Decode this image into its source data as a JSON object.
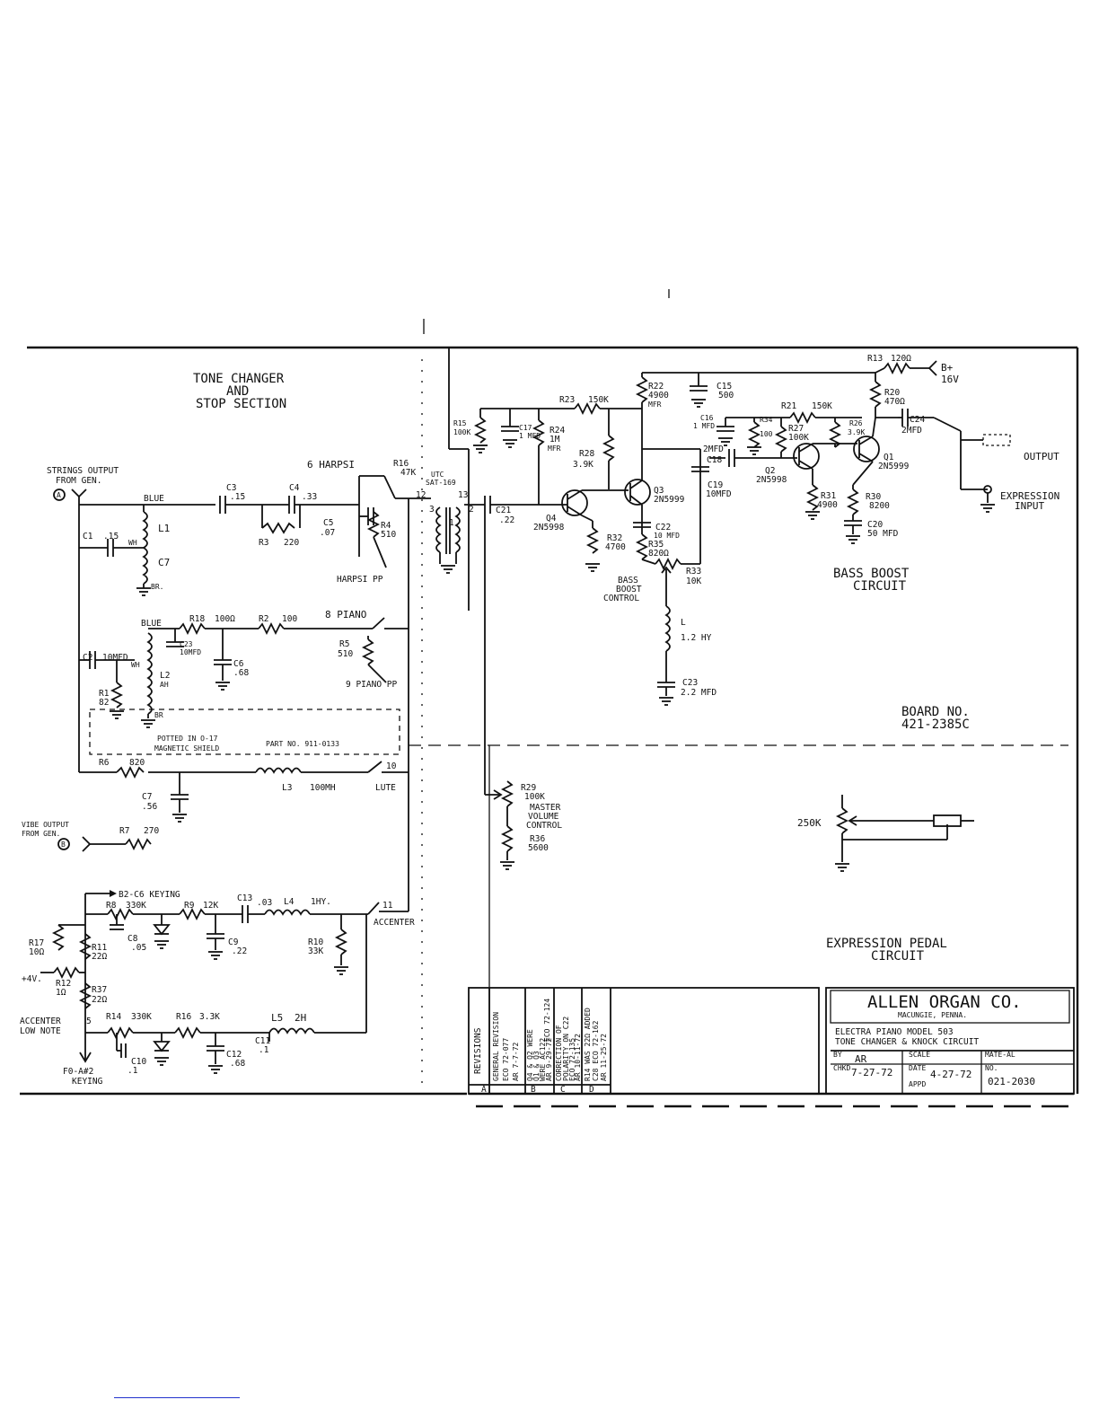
{
  "sections": {
    "tone_changer_title": [
      "TONE CHANGER",
      "AND",
      "STOP SECTION"
    ],
    "bass_boost_title": [
      "BASS BOOST",
      "CIRCUIT"
    ],
    "expression_title": [
      "EXPRESSION PEDAL",
      "CIRCUIT"
    ],
    "board_no": [
      "BOARD NO.",
      "421-2385C"
    ]
  },
  "inputs": {
    "strings_output": [
      "STRINGS OUTPUT",
      "FROM GEN."
    ],
    "strings_marker": "A",
    "vibe_output": [
      "VIBE OUTPUT",
      "FROM GEN."
    ],
    "vibe_marker": "B",
    "b2_c6_keying": "B2-C6 KEYING",
    "accenter_low_note": [
      "ACCENTER",
      "LOW NOTE"
    ],
    "fo_keying": [
      "F0-A#2",
      "KEYING"
    ],
    "supply": "+4V."
  },
  "wire_labels": {
    "blue_1": "BLUE",
    "blue_2": "BLUE",
    "wh_1": "WH",
    "wh_2": "WH",
    "br_1": "BR.",
    "br_2": "BR",
    "bplus": [
      "B+",
      "16V"
    ],
    "expression_input": [
      "EXPRESSION",
      "INPUT"
    ],
    "output": "OUTPUT",
    "potted": [
      "POTTED IN O-17",
      "MAGNETIC SHIELD"
    ],
    "part_no": "PART NO. 911-0133",
    "transformer": [
      "UTC",
      "SAT-169"
    ],
    "bass_boost_control": [
      "BASS",
      "BOOST",
      "CONTROL"
    ],
    "master_volume_control": [
      "MASTER",
      "VOLUME",
      "CONTROL"
    ]
  },
  "stops": {
    "harpsi_6": "6 HARPSI",
    "harpsi_pp": "HARPSI PP",
    "piano_8": "8 PIANO",
    "piano_pp_9": "9 PIANO PP",
    "lute_10": "LUTE",
    "accenter_11": "ACCENTER",
    "pin_10": "10",
    "pin_11": "11",
    "pin_12": "12",
    "pin_13": "13",
    "pin_5": "5",
    "tap_1": "1",
    "tap_2": "2",
    "tap_3": "3"
  },
  "components": {
    "c1": [
      "C1",
      ".15"
    ],
    "c2": [
      "C2",
      "10MFD"
    ],
    "c3": [
      "C3",
      ".15"
    ],
    "c4": [
      "C4",
      ".33"
    ],
    "c5": [
      "C5",
      ".07"
    ],
    "c6": [
      "C6",
      ".68"
    ],
    "c7": [
      "C7",
      ".56"
    ],
    "c8": [
      "C8",
      ".05"
    ],
    "c9": [
      "C9",
      ".22"
    ],
    "c10": [
      "C10",
      ".1"
    ],
    "c11": [
      "C11",
      ".1"
    ],
    "c12": [
      "C12",
      ".68"
    ],
    "c13": [
      "C13",
      ".03"
    ],
    "c15": [
      "C15",
      "500"
    ],
    "c16": [
      "C16",
      "1 MFD"
    ],
    "c17": [
      "C17",
      "1 MFD"
    ],
    "c18": [
      "2MFD",
      "C18"
    ],
    "c19": [
      "C19",
      "10MFD"
    ],
    "c20": [
      "C20",
      "50 MFD"
    ],
    "c21": [
      "C21",
      ".22"
    ],
    "c22": [
      "C22",
      "10 MFD"
    ],
    "c23a": [
      "C23",
      "10MFD"
    ],
    "c23b": [
      "C23",
      "2.2 MFD"
    ],
    "c24": [
      "C24",
      "2MFD"
    ],
    "r1": [
      "R1",
      "82"
    ],
    "r2": [
      "R2",
      "100"
    ],
    "r3": [
      "R3",
      "220"
    ],
    "r4": [
      "R4",
      "510"
    ],
    "r5": [
      "R5",
      "510"
    ],
    "r6": [
      "R6",
      "820"
    ],
    "r7": [
      "R7",
      "270"
    ],
    "r8": [
      "R8",
      "330K"
    ],
    "r9": [
      "R9",
      "12K"
    ],
    "r10": [
      "R10",
      "33K"
    ],
    "r11": [
      "R11",
      "22Ω"
    ],
    "r12": [
      "R12",
      "1Ω"
    ],
    "r13": [
      "R13",
      "120Ω"
    ],
    "r14": [
      "R14",
      "330K"
    ],
    "r15": [
      "R15",
      "100K"
    ],
    "r16": [
      "R16",
      "47K"
    ],
    "r17": [
      "R17",
      "10Ω"
    ],
    "r18": [
      "R18",
      "100Ω"
    ],
    "r20": [
      "R20",
      "470Ω"
    ],
    "r21": [
      "R21",
      "150K"
    ],
    "r22": [
      "R22",
      "4900",
      "MFR"
    ],
    "r23": [
      "R23",
      "150K"
    ],
    "r24": [
      "R24",
      "1M",
      "MFR"
    ],
    "r26": [
      "R26",
      "3.9K"
    ],
    "r27": [
      "R27",
      "100K"
    ],
    "r28": [
      "R28",
      "3.9K"
    ],
    "r29": [
      "R29",
      "100K"
    ],
    "r30": [
      "R30",
      "8200"
    ],
    "r31": [
      "R31",
      "4900"
    ],
    "r32": [
      "R32",
      "4700"
    ],
    "r33": [
      "R33",
      "10K"
    ],
    "r34": [
      "R34",
      "100"
    ],
    "r35": [
      "R35",
      "820Ω"
    ],
    "r36": [
      "R36",
      "5600"
    ],
    "r37": [
      "R37",
      "22Ω"
    ],
    "r16b": [
      "R16",
      "3.3K"
    ],
    "l1": "L1",
    "l2": [
      "L2",
      "AH"
    ],
    "l3": [
      "L3",
      "100MH"
    ],
    "l4": [
      "L4",
      "1HY."
    ],
    "l5": [
      "L5",
      "2H"
    ],
    "l_bass": [
      "L",
      "1.2 HY"
    ],
    "c7_tap": "C7",
    "q1": [
      "Q1",
      "2N5999"
    ],
    "q2": [
      "Q2",
      "2N5998"
    ],
    "q3": [
      "Q3",
      "2N5999"
    ],
    "q4": [
      "Q4",
      "2N5998"
    ],
    "pot_250k": "250K"
  },
  "revisions": {
    "header": "REVISIONS",
    "letters": [
      "A",
      "B",
      "C",
      "D"
    ],
    "rows": [
      [
        "GENERAL REVISION",
        "ECO 72-077",
        "AR 7-7-72"
      ],
      [
        "Q4 & Q2 WERE",
        "Q1 & Q3",
        "WERE AC122",
        "ECO 72-124",
        "AR 9-29-72"
      ],
      [
        "CORRECTION OF",
        "POLARITY ON C22",
        "ECO 72-135",
        "AR 10-11-72"
      ],
      [
        "R14 WAS 22Ω ADDED",
        "C28 ECO 72-162",
        "AR 11-25-72"
      ]
    ]
  },
  "title_block": {
    "company": "ALLEN ORGAN CO.",
    "city": "MACUNGIE, PENNA.",
    "title_line1": "ELECTRA PIANO MODEL 503",
    "title_line2": "TONE CHANGER & KNOCK CIRCUIT",
    "by_label": "BY",
    "by_value": "AR",
    "scale_label": "SCALE",
    "scale_value": "",
    "mate_label": "MATE-AL",
    "chkd_label": "CHKD",
    "chkd_value": "7-27-72",
    "date_label": "DATE",
    "date_value": "4-27-72",
    "appd_label": "APPD",
    "no_label": "NO.",
    "drawing_no": "021-2030"
  }
}
